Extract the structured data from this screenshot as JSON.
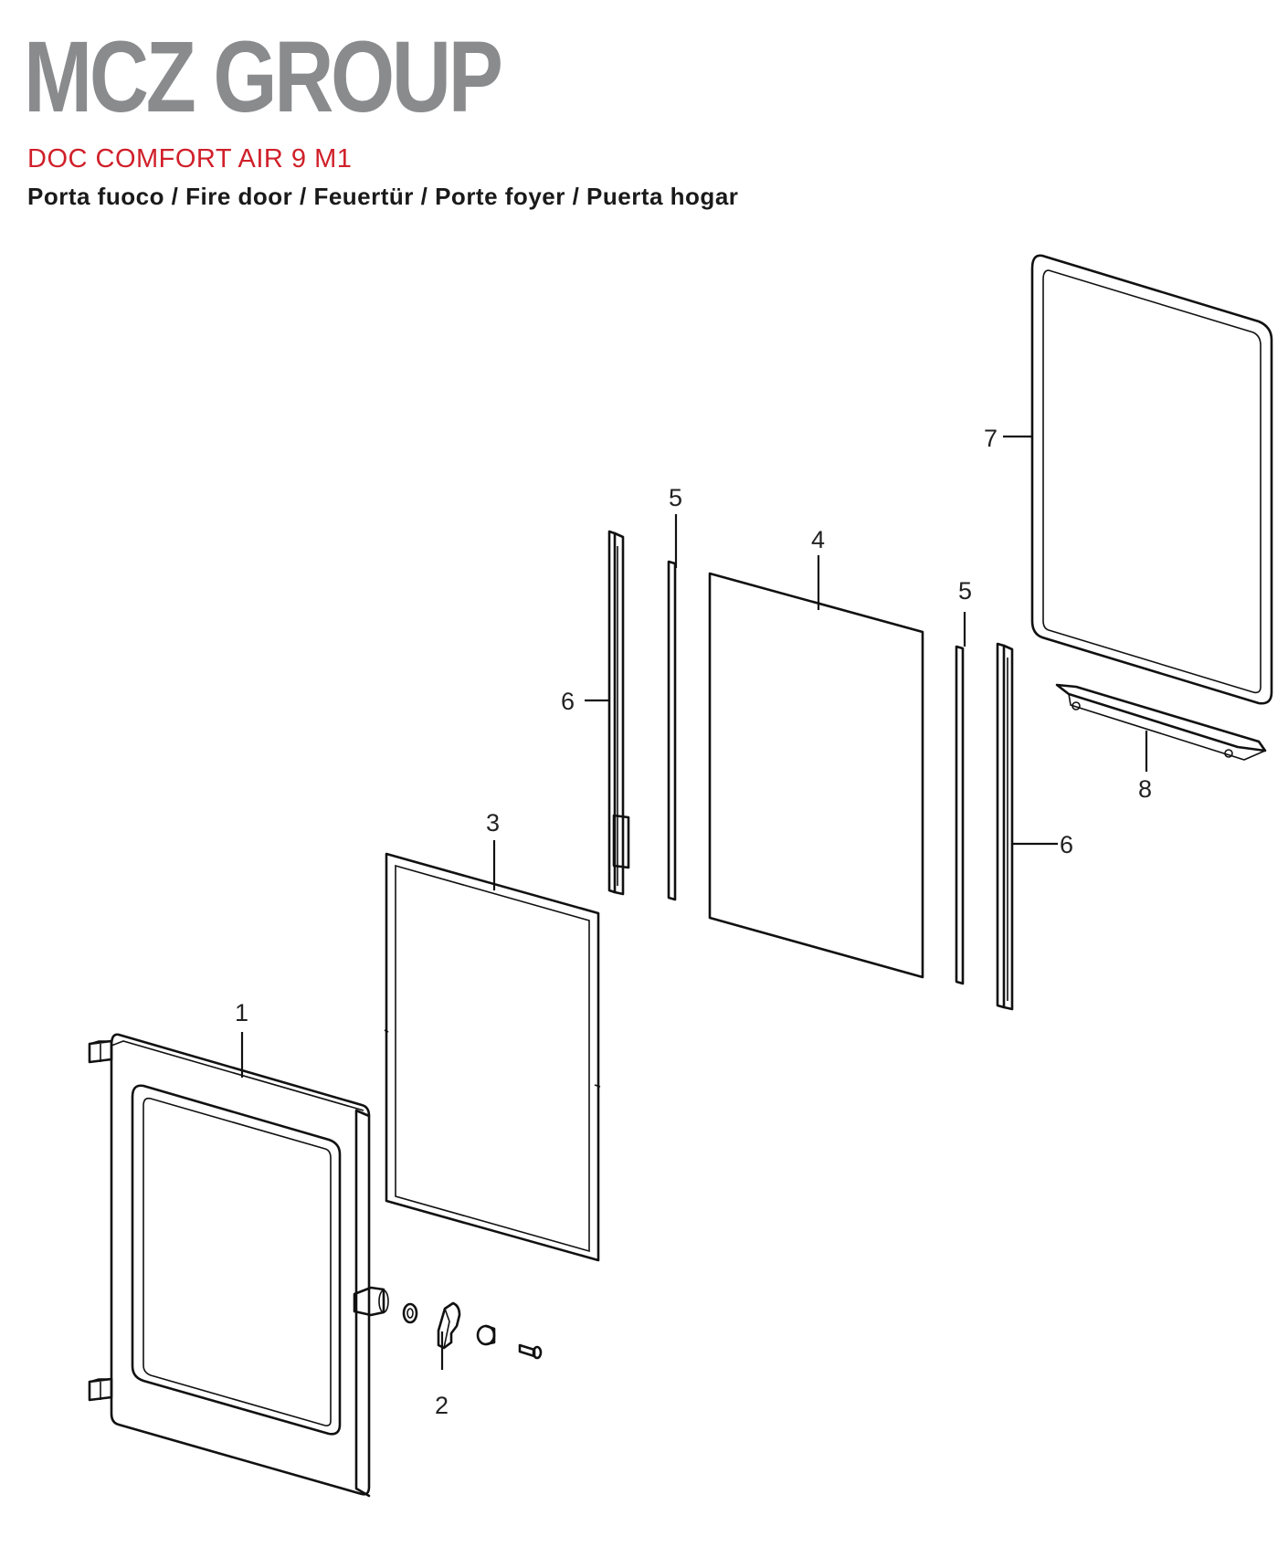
{
  "header": {
    "brand": "MCZ GROUP",
    "model": "DOC COMFORT AIR 9 M1",
    "subtitle": "Porta fuoco / Fire door / Feuertür / Porte foyer / Puerta hogar"
  },
  "callouts": {
    "p1": "1",
    "p2": "2",
    "p3": "3",
    "p4": "4",
    "p5a": "5",
    "p5b": "5",
    "p6a": "6",
    "p6b": "6",
    "p7": "7",
    "p8": "8"
  },
  "colors": {
    "brand_grey": "#8a8b8d",
    "model_red": "#d0202a",
    "line_black": "#111111"
  }
}
